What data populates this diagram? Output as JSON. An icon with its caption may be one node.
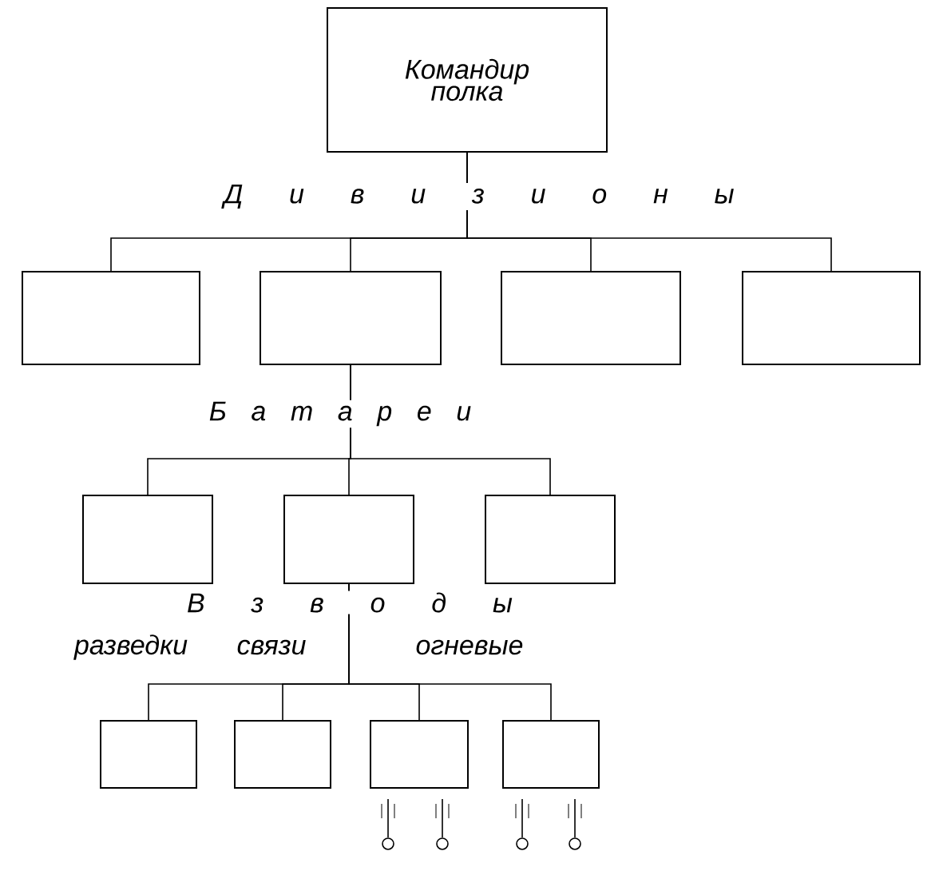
{
  "diagram": {
    "nodes": [
      {
        "text": [
          "Командир полка"
        ]
      },
      {
        "text": [],
        "shape": "box"
      },
      {
        "text": [],
        "shape": "box"
      },
      {
        "text": [],
        "shape": "box"
      },
      {
        "text": [],
        "shape": "box"
      },
      {
        "text": [],
        "shape": "box"
      },
      {
        "text": [],
        "shape": "box"
      },
      {
        "text": [],
        "shape": "box"
      },
      {
        "text": [],
        "shape": "box"
      },
      {
        "text": [],
        "shape": "box"
      },
      {
        "text": [],
        "shape": "box"
      },
      {
        "text": [],
        "shape": "box"
      }
    ],
    "edges": [
      {
        "from": 0,
        "to": 1,
        "arrow": "none"
      },
      {
        "from": 0,
        "to": 2,
        "arrow": "none"
      },
      {
        "from": 0,
        "to": 3,
        "arrow": "none"
      },
      {
        "from": 0,
        "to": 4,
        "arrow": "none"
      },
      {
        "from": 2,
        "to": 5,
        "arrow": "none"
      },
      {
        "from": 2,
        "to": 6,
        "arrow": "none"
      },
      {
        "from": 2,
        "to": 7,
        "arrow": "none"
      },
      {
        "from": 6,
        "to": 8,
        "arrow": "none"
      },
      {
        "from": 6,
        "to": 9,
        "arrow": "none"
      },
      {
        "from": 6,
        "to": 10,
        "arrow": "none"
      },
      {
        "from": 6,
        "to": 11,
        "arrow": "none"
      }
    ],
    "labels": [
      "Д и в и з и о н ы",
      "Б а т а р е и",
      "В з в о д ы",
      "разведки",
      "связи",
      "огневые"
    ]
  }
}
